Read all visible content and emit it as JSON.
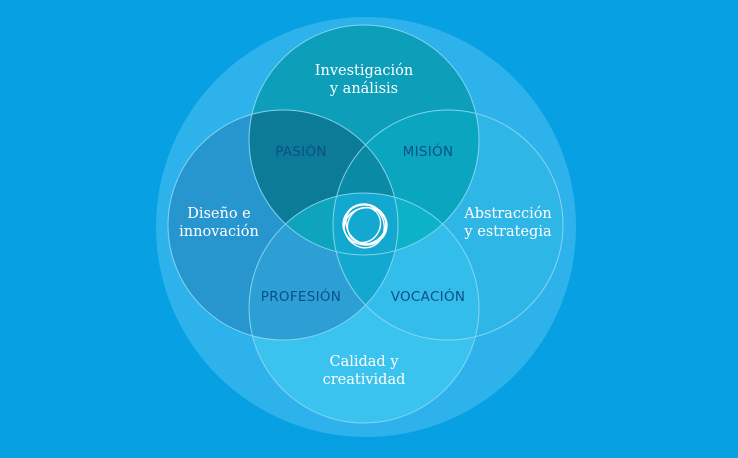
{
  "diagram": {
    "circles": {
      "top": {
        "label_line1": "Investigación",
        "label_line2": "y análisis",
        "color": "#0d9fba"
      },
      "left": {
        "label_line1": "Diseño e",
        "label_line2": "innovación",
        "color": "#2796cf"
      },
      "right": {
        "label_line1": "Abstracción",
        "label_line2": "y estrategia",
        "color": "#2eb7e6"
      },
      "bottom": {
        "label_line1": "Calidad y",
        "label_line2": "creatividad",
        "color": "#3ac3ef"
      }
    },
    "overlaps": {
      "top_left": "PASIÓN",
      "top_right": "MISIÓN",
      "bottom_left": "PROFESIÓN",
      "bottom_right": "VOCACIÓN"
    },
    "colors": {
      "background": "#06a0e3",
      "outer_disc": "#2eb2ec",
      "overlap_text": "#0f4f86"
    },
    "center_icon": "scribble-circle-icon"
  }
}
